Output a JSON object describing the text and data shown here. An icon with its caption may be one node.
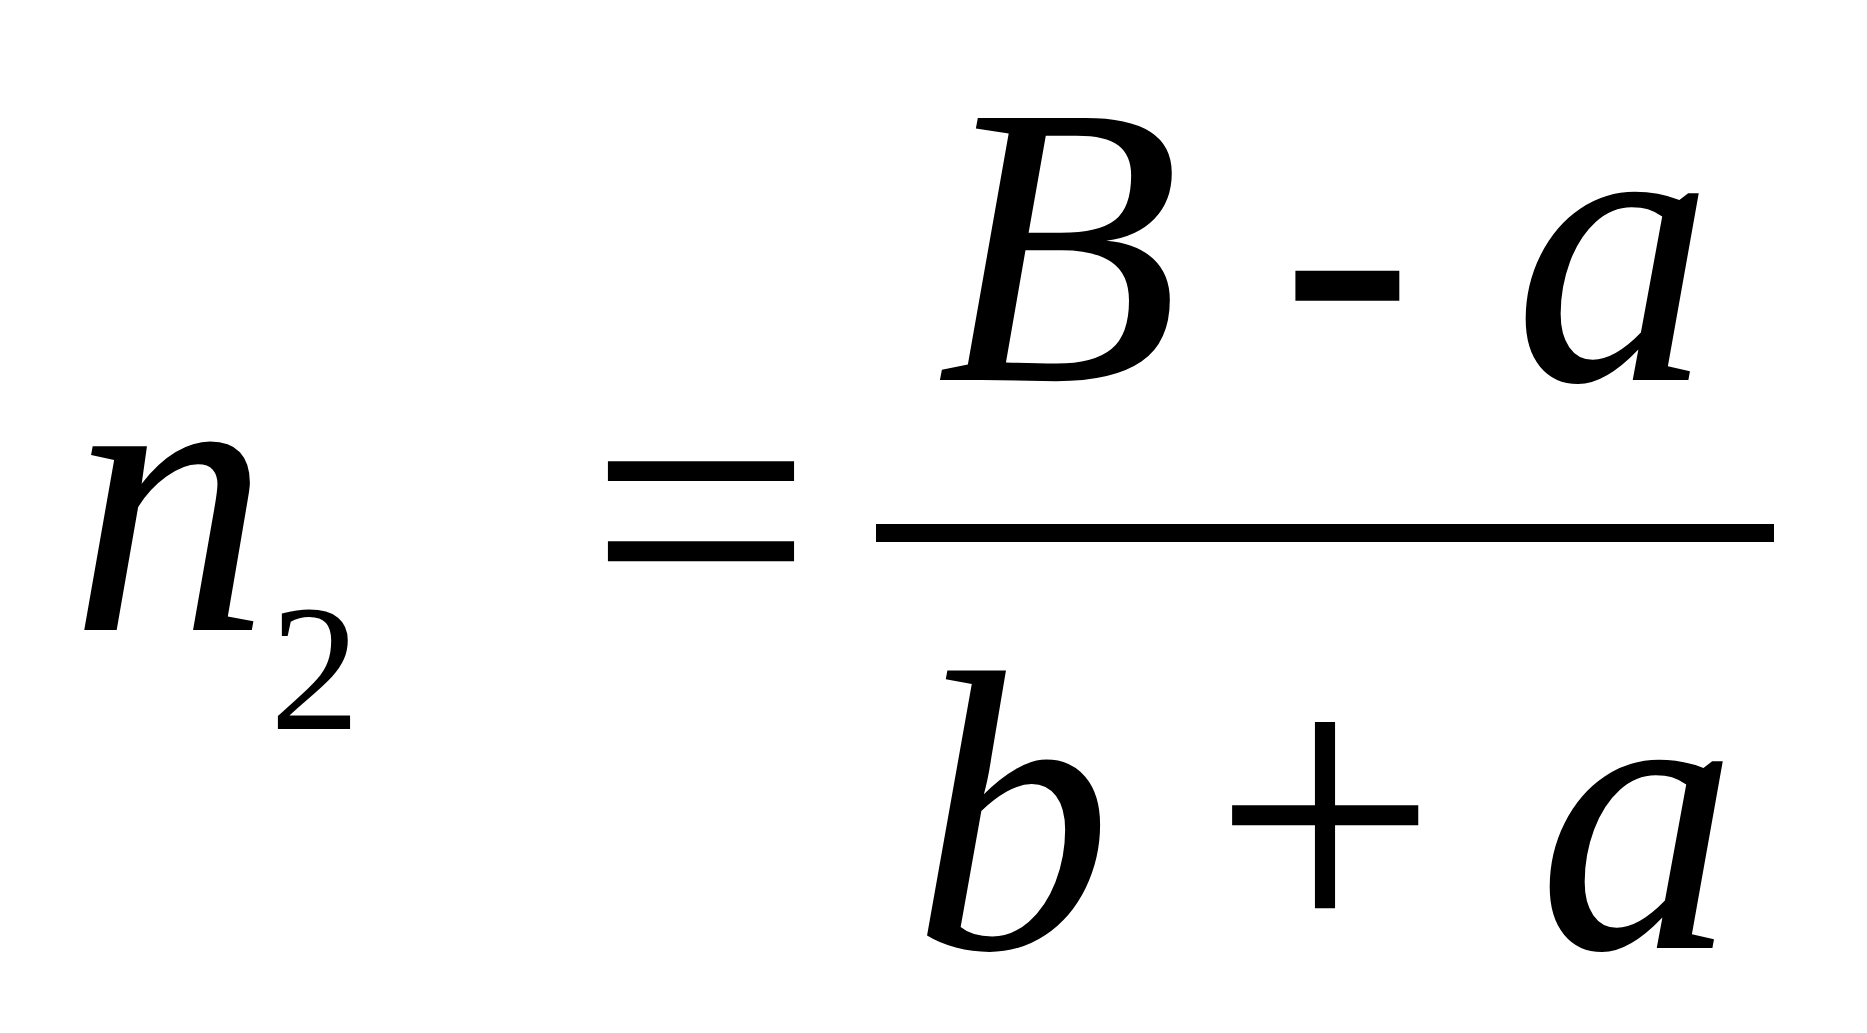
{
  "diagram": {
    "nodes": [
      {
        "text": [],
        "shape": "bar"
      }
    ],
    "labels": [
      "*n*$_{2}$",
      "=",
      "*B* - *a*",
      "*b* + *a*"
    ]
  }
}
